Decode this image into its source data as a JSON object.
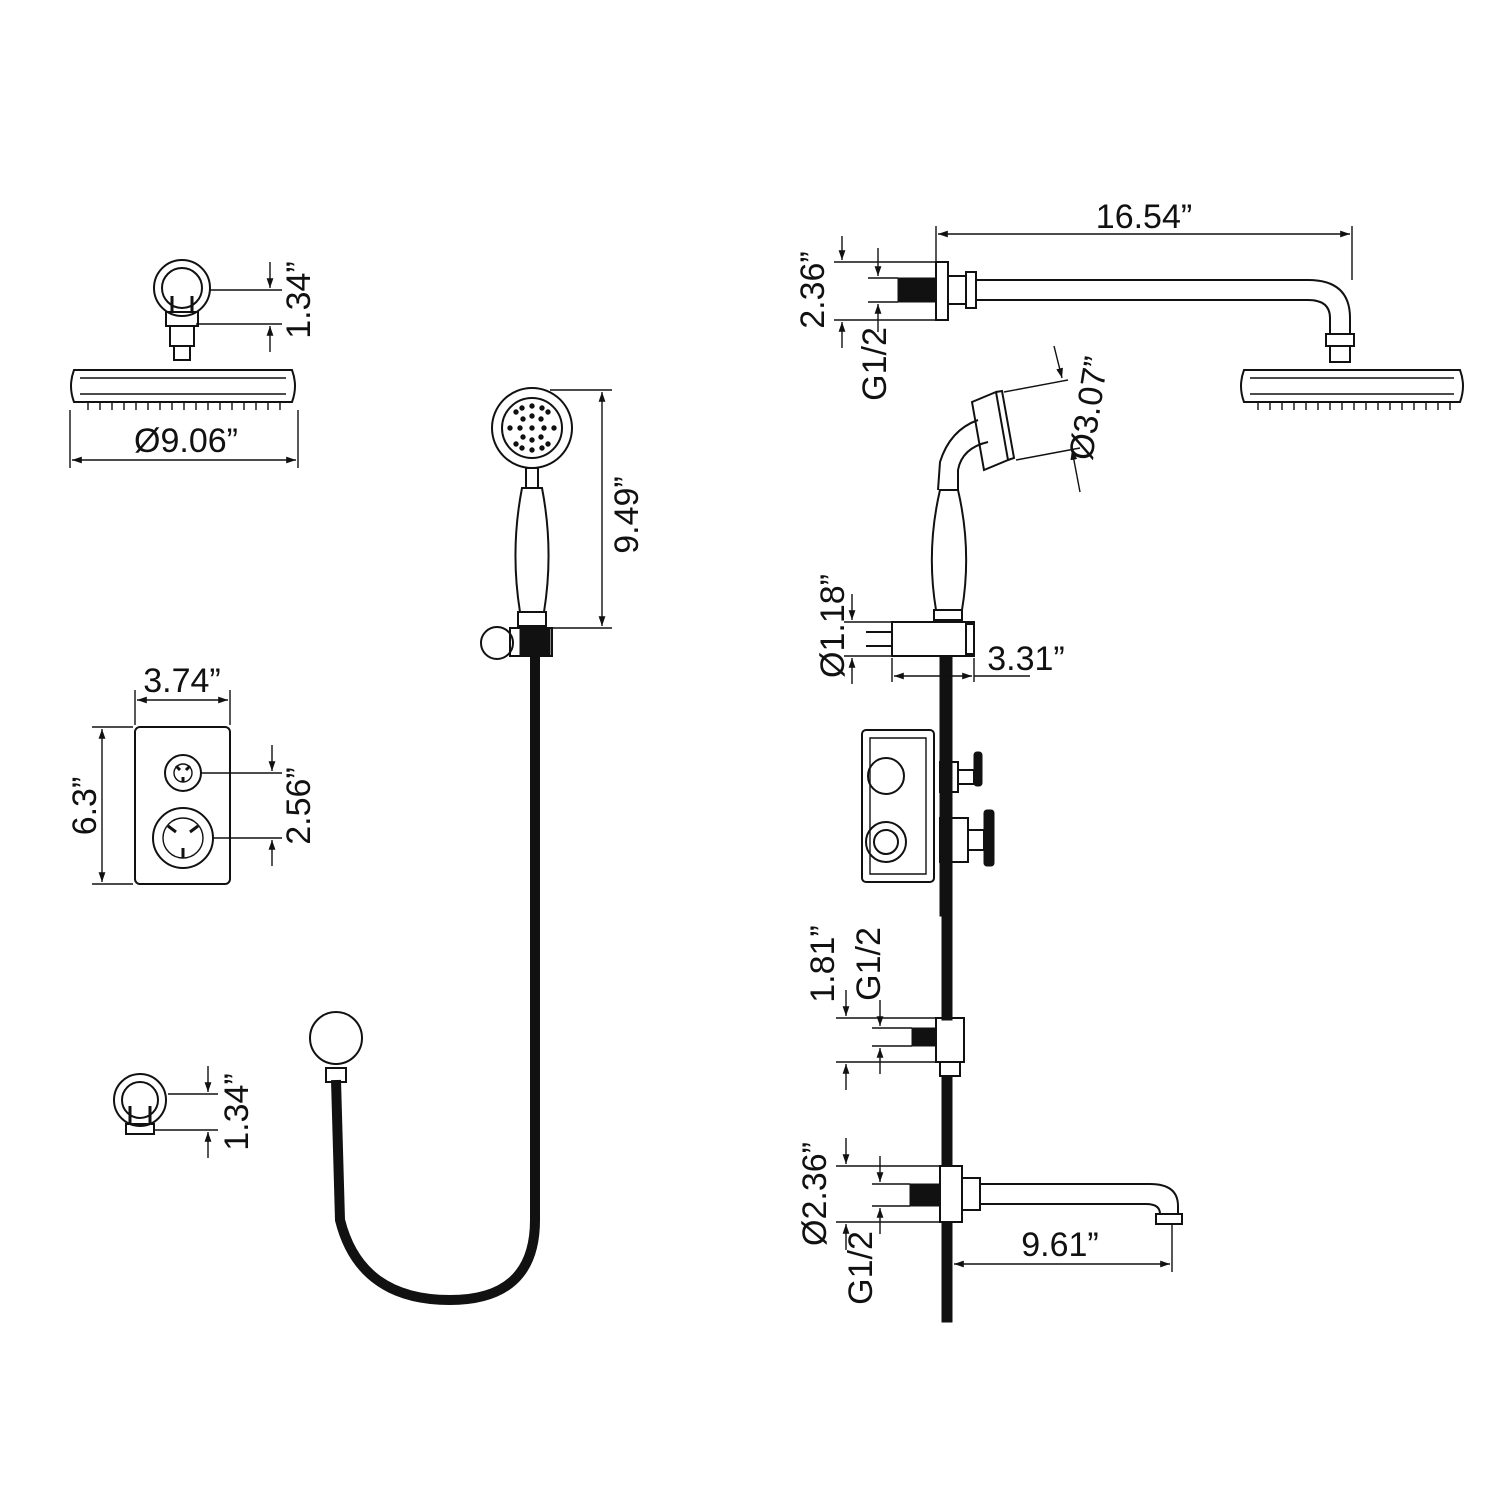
{
  "dimensions": {
    "head_shower_arm_height": "1.34”",
    "head_diameter": "Ø9.06”",
    "handheld_length": "9.49”",
    "trim_plate_width": "3.74”",
    "trim_plate_height": "6.3”",
    "trim_handle_spacing": "2.56”",
    "outlet_elbow_height": "1.34”",
    "arm_length": "16.54”",
    "arm_flange_height": "2.36”",
    "arm_thread": "G1/2",
    "handheld_head_diameter": "Ø3.07”",
    "holder_diameter": "Ø1.18”",
    "holder_projection": "3.31”",
    "elbow_flange_height": "1.81”",
    "elbow_thread": "G1/2",
    "spout_flange_diameter": "Ø2.36”",
    "spout_thread": "G1/2",
    "spout_length": "9.61”"
  },
  "colors": {
    "line": "#111111",
    "background": "#ffffff"
  }
}
